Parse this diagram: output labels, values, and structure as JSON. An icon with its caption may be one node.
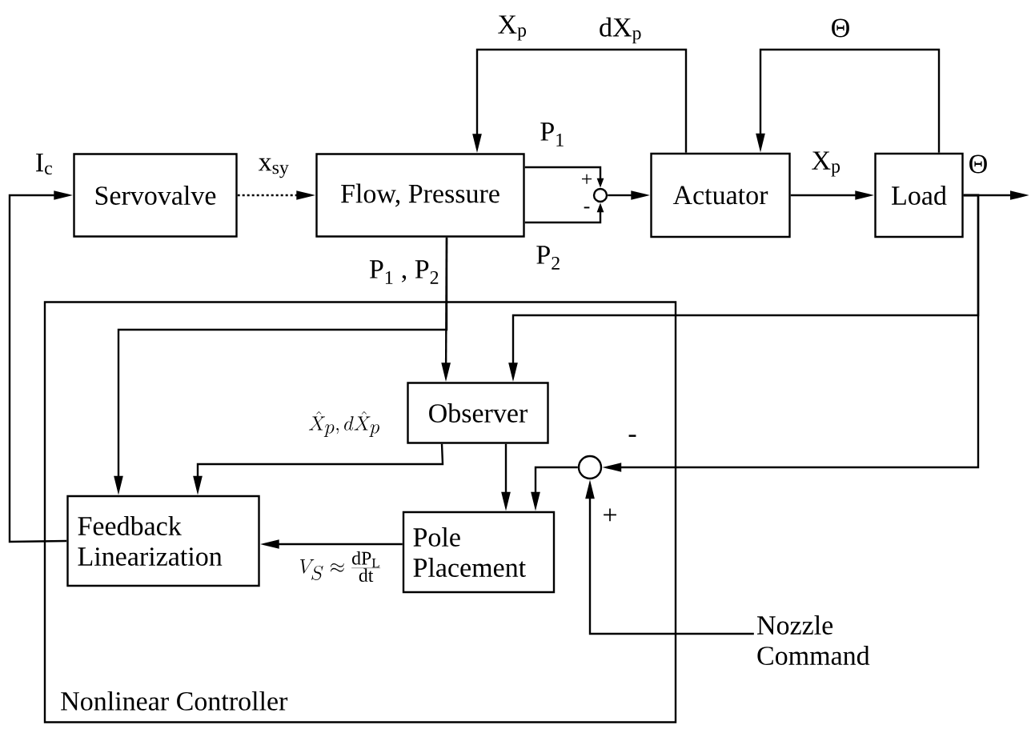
{
  "diagram": {
    "nodes": [
      {
        "text": [
          "Nonlinear Controller"
        ]
      },
      {
        "text": [
          "Servovalve"
        ]
      },
      {
        "text": [
          "Flow, Pressure"
        ]
      },
      {
        "text": [],
        "shape": "circle"
      },
      {
        "text": [
          "Actuator"
        ]
      },
      {
        "text": [
          "Load"
        ]
      },
      {
        "text": [
          "Observer"
        ],
        "in": 0
      },
      {
        "text": [
          "Feedback Linearization"
        ],
        "in": 0
      },
      {
        "text": [
          "Pole Placement"
        ],
        "in": 0
      },
      {
        "text": [],
        "shape": "circle",
        "in": 0
      },
      {
        "text": [
          "Nozzle Command"
        ]
      }
    ],
    "edges": [
      {
        "from": 7,
        "to": 1,
        "arrow": "to",
        "label": "I$_{c}$"
      },
      {
        "from": 1,
        "to": 2,
        "arrow": "to",
        "style": "dashed",
        "label": "x$_{sy}$"
      },
      {
        "from": 2,
        "to": 3,
        "arrow": "to",
        "label": "P$_{1}$"
      },
      {
        "from": 2,
        "to": 3,
        "arrow": "to",
        "label": "P$_{2}$"
      },
      {
        "from": 3,
        "to": 4,
        "arrow": "to"
      },
      {
        "from": 4,
        "to": 2,
        "arrow": "to",
        "label": "X$_{p}$"
      },
      {
        "from": 4,
        "to": 5,
        "arrow": "to",
        "label": "X$_{p}$"
      },
      {
        "from": 5,
        "to": 4,
        "arrow": "to",
        "label": "Θ"
      },
      {
        "from": 5,
        "to": null,
        "arrow": "to",
        "label": "Θ"
      },
      {
        "from": 2,
        "to": 6,
        "arrow": "to",
        "label": "P$_{1}$ , P$_{2}$"
      },
      {
        "from": 2,
        "to": 7,
        "arrow": "to"
      },
      {
        "from": 5,
        "to": 6,
        "arrow": "to"
      },
      {
        "from": 5,
        "to": 9,
        "arrow": "to",
        "label": "-"
      },
      {
        "from": 6,
        "to": 7,
        "arrow": "to",
        "label": "\\hat{X}_p,d\\hat{X}_p"
      },
      {
        "from": 6,
        "to": 8,
        "arrow": "to"
      },
      {
        "from": 9,
        "to": 8,
        "arrow": "to"
      },
      {
        "from": 8,
        "to": 7,
        "arrow": "to",
        "label": "V_S\\approx\\frac{\\mathrm{dP_L}}{\\mathrm{dt}}"
      },
      {
        "from": 10,
        "to": 9,
        "arrow": "to",
        "label": "+"
      }
    ],
    "labels": [
      "dX$_{p}$",
      "+",
      "-"
    ]
  }
}
